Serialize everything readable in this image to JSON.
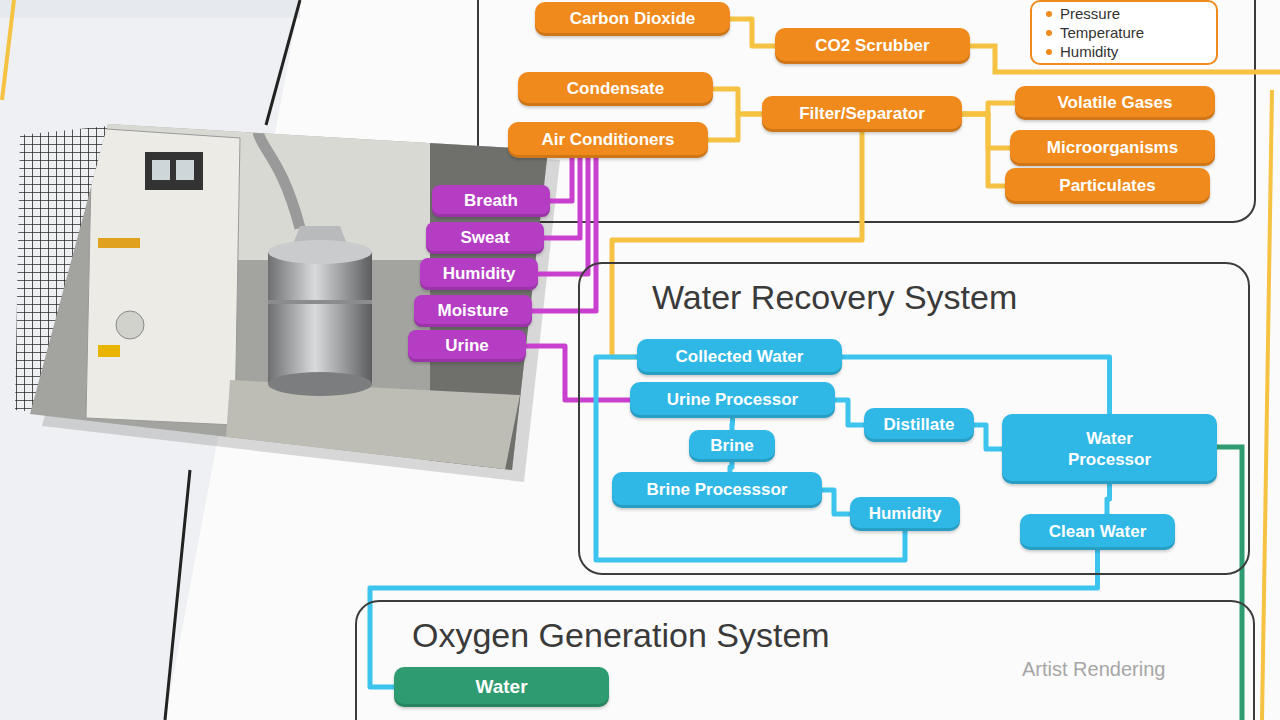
{
  "diagram": {
    "nodes": [
      {
        "text": [
          "Pressure",
          "Temperature",
          "Humidity"
        ]
      },
      {
        "text": [
          "Carbon Dioxide"
        ]
      },
      {
        "text": [
          "CO2 Scrubber"
        ]
      },
      {
        "text": [
          "Condensate"
        ]
      },
      {
        "text": [
          "Filter/Separator"
        ]
      },
      {
        "text": [
          "Volatile Gases"
        ]
      },
      {
        "text": [
          "Air Conditioners"
        ]
      },
      {
        "text": [
          "Microorganisms"
        ]
      },
      {
        "text": [
          "Particulates"
        ]
      },
      {
        "text": [
          "Breath"
        ]
      },
      {
        "text": [
          "Sweat"
        ]
      },
      {
        "text": [
          "Humidity"
        ]
      },
      {
        "text": [
          "Moisture"
        ]
      },
      {
        "text": [
          "Urine"
        ]
      },
      {
        "text": [
          "Water Recovery System"
        ]
      },
      {
        "text": [
          "Collected Water"
        ],
        "in": 14
      },
      {
        "text": [
          "Urine Processor"
        ],
        "in": 14
      },
      {
        "text": [
          "Distillate"
        ],
        "in": 14
      },
      {
        "text": [
          "Water Processor"
        ],
        "in": 14
      },
      {
        "text": [
          "Brine"
        ],
        "in": 14
      },
      {
        "text": [
          "Brine Processsor"
        ],
        "in": 14
      },
      {
        "text": [
          "Humidity"
        ],
        "in": 14
      },
      {
        "text": [
          "Clean Water"
        ],
        "in": 14
      },
      {
        "text": [
          "Oxygen Generation System"
        ]
      },
      {
        "text": [
          "Water"
        ],
        "in": 23
      }
    ],
    "edges": [
      {
        "from": 1,
        "to": 2,
        "arrow": "none"
      },
      {
        "from": 3,
        "to": 4,
        "arrow": "none"
      },
      {
        "from": 6,
        "to": 4,
        "arrow": "none"
      },
      {
        "from": 4,
        "to": 5,
        "arrow": "none"
      },
      {
        "from": 4,
        "to": 7,
        "arrow": "none"
      },
      {
        "from": 4,
        "to": 8,
        "arrow": "none"
      },
      {
        "from": 9,
        "to": 6,
        "arrow": "none"
      },
      {
        "from": 10,
        "to": 6,
        "arrow": "none"
      },
      {
        "from": 11,
        "to": 6,
        "arrow": "none"
      },
      {
        "from": 12,
        "to": 6,
        "arrow": "none"
      },
      {
        "from": 4,
        "to": 15,
        "arrow": "none"
      },
      {
        "from": 13,
        "to": 16,
        "arrow": "none"
      },
      {
        "from": 15,
        "to": 18,
        "arrow": "none"
      },
      {
        "from": 16,
        "to": 17,
        "arrow": "none"
      },
      {
        "from": 17,
        "to": 18,
        "arrow": "none"
      },
      {
        "from": 16,
        "to": 19,
        "arrow": "none"
      },
      {
        "from": 19,
        "to": 20,
        "arrow": "none"
      },
      {
        "from": 20,
        "to": 21,
        "arrow": "none"
      },
      {
        "from": 18,
        "to": 22,
        "arrow": "none"
      },
      {
        "from": 21,
        "to": 15,
        "arrow": "none"
      },
      {
        "from": 22,
        "to": 24,
        "arrow": "none"
      }
    ],
    "labels": [
      "Artist Rendering"
    ]
  }
}
